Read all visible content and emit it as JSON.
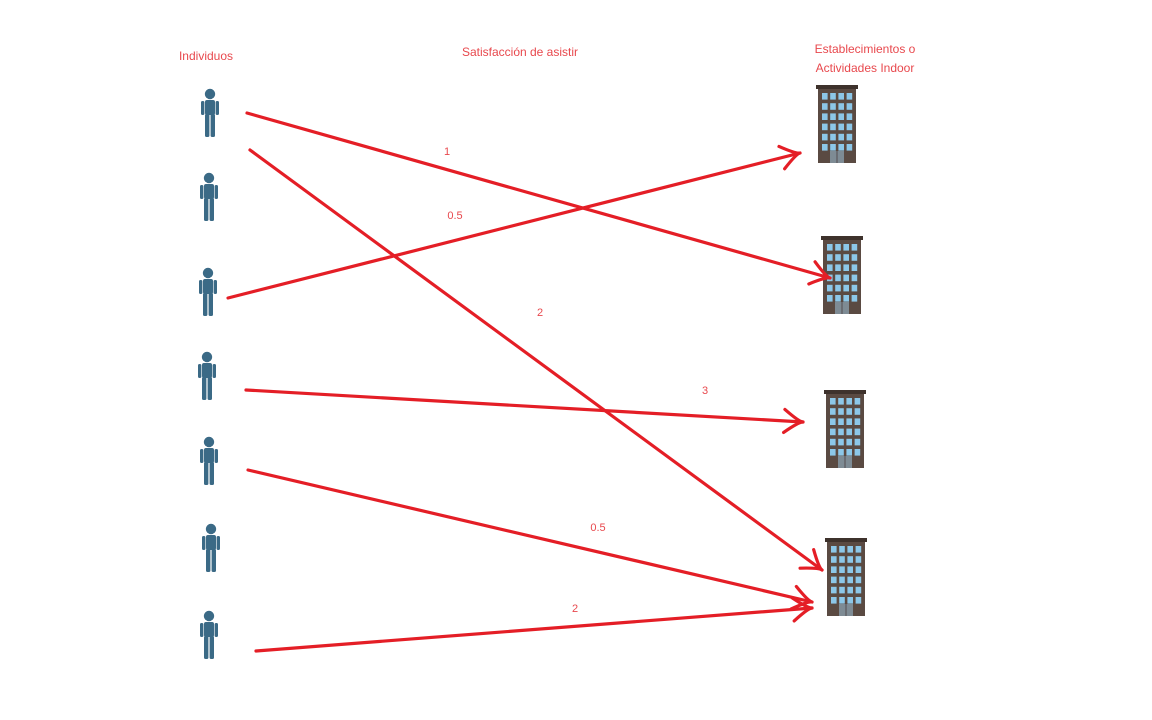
{
  "headers": {
    "individuals": "Individuos",
    "satisfaction": "Satisfacción de asistir",
    "establishments_line1": "Establecimientos o",
    "establishments_line2": "Actividades Indoor"
  },
  "colors": {
    "arrow": "#e41e26",
    "text": "#e8484d",
    "person": "#3b6a86",
    "building_frame": "#5a4a42",
    "building_window": "#8cc7e8"
  },
  "icons": {
    "person": "person-icon",
    "building": "building-icon"
  },
  "individuals_count": 7,
  "buildings_count": 4,
  "edges": [
    {
      "from": 1,
      "to": 2,
      "label": "1"
    },
    {
      "from": 1,
      "to": 4,
      "label": "2"
    },
    {
      "from": 3,
      "to": 1,
      "label": "0.5"
    },
    {
      "from": 4,
      "to": 3,
      "label": "3"
    },
    {
      "from": 5,
      "to": 4,
      "label": "0.5"
    },
    {
      "from": 7,
      "to": 4,
      "label": "2"
    }
  ]
}
